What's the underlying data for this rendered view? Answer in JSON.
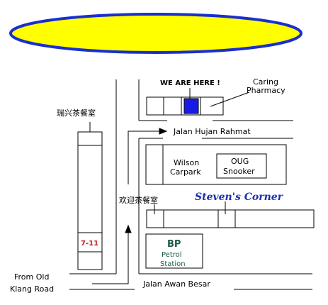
{
  "banner": {
    "fill": "#ffff00",
    "stroke": "#1a2fd0"
  },
  "labels": {
    "we_are_here": "WE ARE HERE !",
    "caring_pharmacy_1": "Caring",
    "caring_pharmacy_2": "Pharmacy",
    "rui_xing": "瑞兴茶餐室",
    "jalan_hujan_rahmat": "Jalan Hujan Rahmat",
    "wilson_1": "Wilson",
    "wilson_2": "Carpark",
    "oug_1": "OUG",
    "oug_2": "Snooker",
    "huan_ying": "欢迎茶餐室",
    "stevens_corner": "Steven's Corner",
    "seven_eleven": "7-11",
    "bp": "BP",
    "bp_sub_1": "Petrol",
    "bp_sub_2": "Station",
    "from_old": "From Old",
    "klang_road": "Klang Road",
    "jalan_awan_besar": "Jalan Awan Besar"
  },
  "colors": {
    "marker": "#1a1ae6",
    "steven": "#1a2fb0",
    "bp": "#1f5a4a",
    "seven": "#d01818"
  }
}
